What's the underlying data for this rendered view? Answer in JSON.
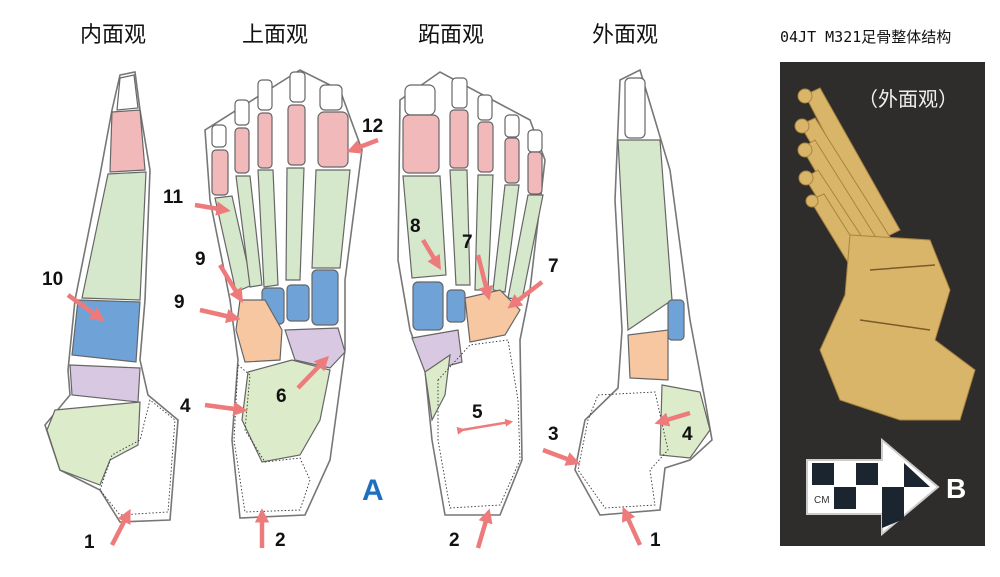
{
  "figure_title": "04JT M321足骨整体结构",
  "views": {
    "medial": "内面观",
    "dorsal": "上面观",
    "plantar": "跖面观",
    "lateral": "外面观"
  },
  "panel_a_label": "A",
  "panel_b_label": "B",
  "photo_caption": "（外面观）",
  "scale_label": "CM",
  "markers": {
    "medial_1": "1",
    "medial_10": "10",
    "dorsal_11": "11",
    "dorsal_9a": "9",
    "dorsal_9b": "9",
    "dorsal_4": "4",
    "dorsal_6": "6",
    "dorsal_12": "12",
    "dorsal_2": "2",
    "plantar_8": "8",
    "plantar_7a": "7",
    "plantar_7b": "7",
    "plantar_5": "5",
    "plantar_2": "2",
    "lateral_3": "3",
    "lateral_4": "4",
    "lateral_1": "1"
  },
  "colors": {
    "phalanx": "#f2b9bb",
    "metatarsal": "#d6e8cc",
    "cuneiform": "#6fa3d8",
    "cuboid": "#f6c7a1",
    "navicular": "#d9c8e2",
    "talus": "#dcebc9",
    "calcaneus": "#e3ebf8",
    "arrow": "#ee7b7b",
    "label_a": "#1f6fc0",
    "photo_bg": "#2f2d2b"
  }
}
